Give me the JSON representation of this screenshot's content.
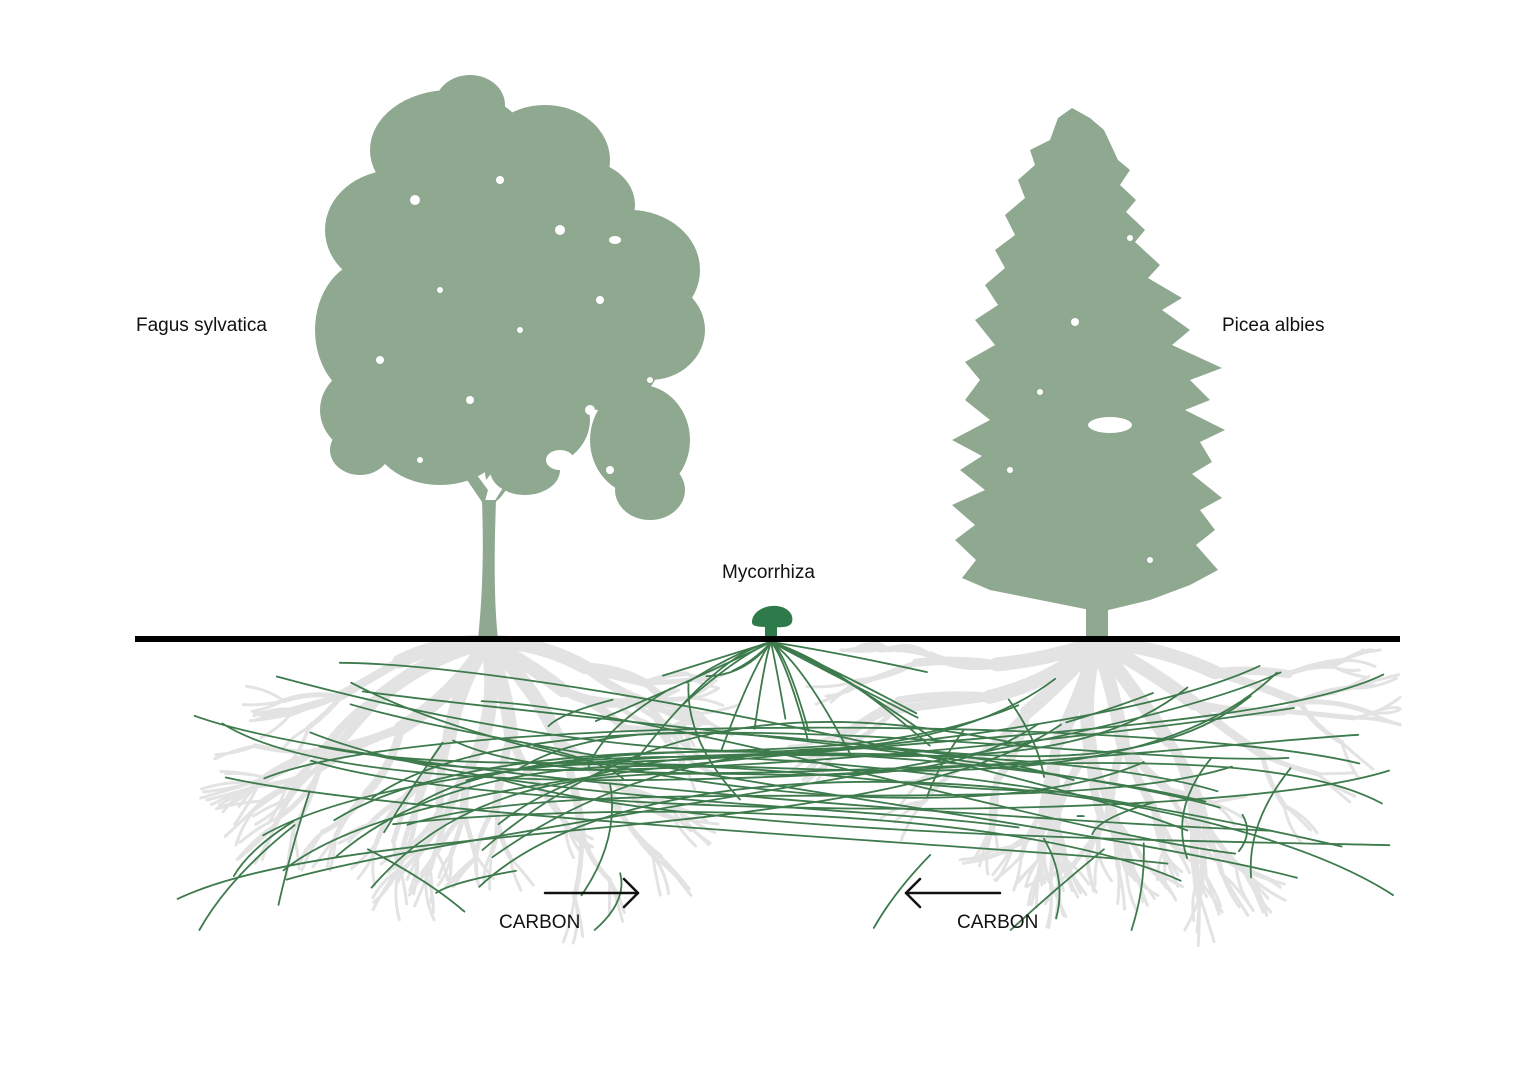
{
  "labels": {
    "left_tree": "Fagus sylvatica",
    "right_tree": "Picea albies",
    "fungus": "Mycorrhiza",
    "carbon_left": "CARBON",
    "carbon_right": "CARBON"
  },
  "colors": {
    "foliage": "#8fa890",
    "roots": "#e3e3e3",
    "hyphae": "#3d7a4c",
    "mushroom": "#2f7a4a",
    "ground": "#000000",
    "text": "#111111",
    "background": "#ffffff"
  }
}
